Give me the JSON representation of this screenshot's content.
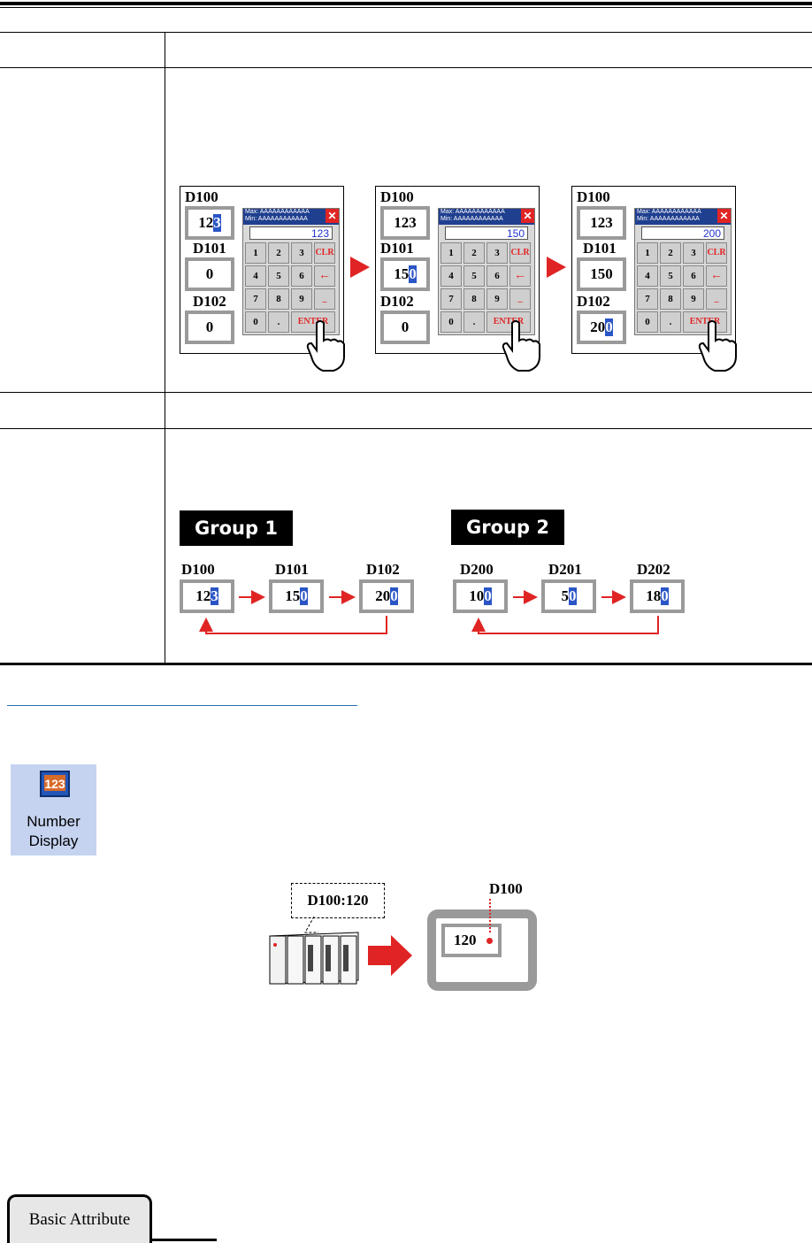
{
  "keypad": {
    "title_line1": "Max: AAAAAAAAAAAA",
    "title_line2": "Min: AAAAAAAAAAAA",
    "close": "✕",
    "keys": [
      "1",
      "2",
      "3",
      "CLR",
      "4",
      "5",
      "6",
      "←",
      "7",
      "8",
      "9",
      "_",
      "0",
      ".",
      "ENTER"
    ]
  },
  "example1": {
    "panels": [
      {
        "labels": [
          "D100",
          "D101",
          "D102"
        ],
        "values": [
          [
            "12",
            "3",
            ""
          ],
          [
            "",
            "0",
            ""
          ],
          [
            "",
            "0",
            ""
          ]
        ],
        "display": "123"
      },
      {
        "labels": [
          "D100",
          "D101",
          "D102"
        ],
        "values": [
          [
            "123",
            "",
            ""
          ],
          [
            "15",
            "0",
            ""
          ],
          [
            "",
            "0",
            ""
          ]
        ],
        "display": "150"
      },
      {
        "labels": [
          "D100",
          "D101",
          "D102"
        ],
        "values": [
          [
            "123",
            "",
            ""
          ],
          [
            "150",
            "",
            ""
          ],
          [
            "20",
            "0",
            ""
          ]
        ],
        "display": "200"
      }
    ]
  },
  "example2": {
    "group1": {
      "title": "Group 1",
      "items": [
        {
          "label": "D100",
          "pre": "12",
          "hl": "3"
        },
        {
          "label": "D101",
          "pre": "15",
          "hl": "0"
        },
        {
          "label": "D102",
          "pre": "20",
          "hl": "0"
        }
      ]
    },
    "group2": {
      "title": "Group 2",
      "items": [
        {
          "label": "D200",
          "pre": "10",
          "hl": "0"
        },
        {
          "label": "D201",
          "pre": "5",
          "hl": "0"
        },
        {
          "label": "D202",
          "pre": "18",
          "hl": "0"
        }
      ]
    }
  },
  "number_display": {
    "icon_label_line1": "Number",
    "icon_label_line2": "Display",
    "plc_callout": "D100:120",
    "screen_label": "D100",
    "screen_value": "120"
  },
  "footer_tab": "Basic Attribute",
  "colors": {
    "highlight": "#2a55c6",
    "arrow": "#e02424",
    "frame": "#9a9a9a"
  }
}
